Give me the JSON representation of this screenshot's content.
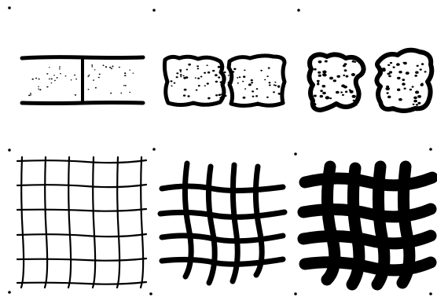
{
  "figure": {
    "rows": 2,
    "columns": 3,
    "ink_color": "#000000",
    "paper_color": "#ffffff",
    "panels": [
      {
        "id": "clean-joint",
        "row": 1,
        "column": 1
      },
      {
        "id": "deformed-joint",
        "row": 1,
        "column": 2
      },
      {
        "id": "separated-blobs",
        "row": 1,
        "column": 3
      },
      {
        "id": "thin-grid",
        "row": 2,
        "column": 1
      },
      {
        "id": "thick-grid",
        "row": 2,
        "column": 2
      },
      {
        "id": "heavy-grid",
        "row": 2,
        "column": 3
      }
    ]
  }
}
